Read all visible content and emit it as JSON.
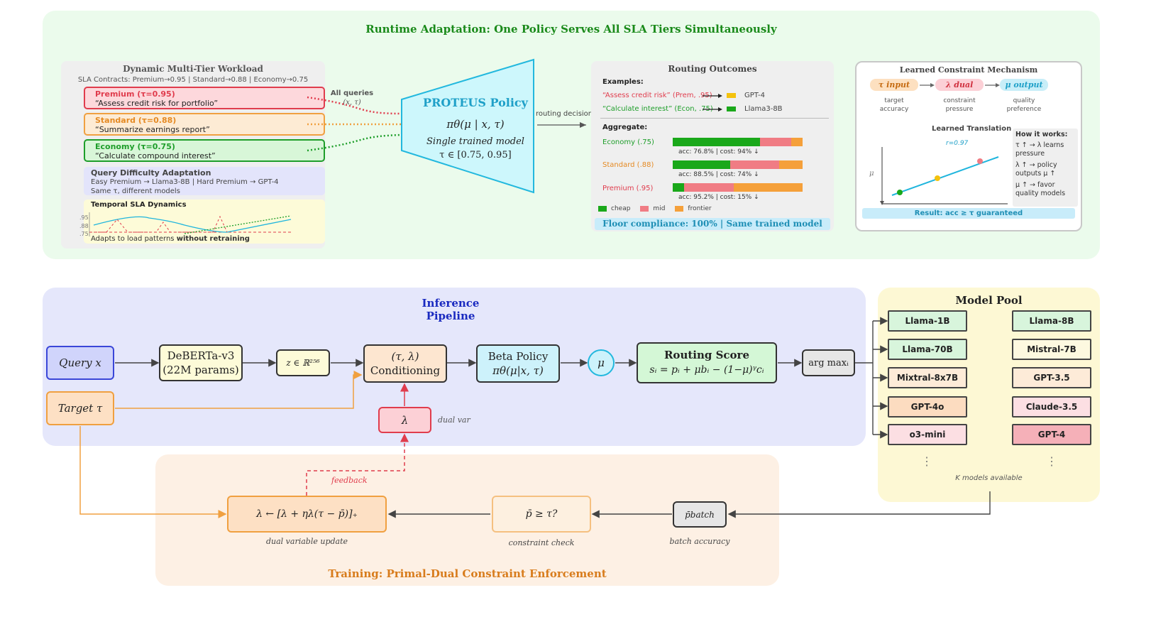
{
  "top_panel": {
    "title": "Runtime Adaptation: One Policy Serves All SLA Tiers Simultaneously"
  },
  "workload": {
    "title": "Dynamic Multi-Tier Workload",
    "contracts": "SLA Contracts: Premium→0.95 | Standard→0.88 | Economy→0.75",
    "tiers": [
      {
        "label": "Premium (τ=0.95)",
        "query": "“Assess credit risk for portfolio”",
        "color": "#e03c4d"
      },
      {
        "label": "Standard (τ=0.88)",
        "query": "“Summarize earnings report”",
        "color": "#e58a23"
      },
      {
        "label": "Economy (τ=0.75)",
        "query": "“Calculate compound interest”",
        "color": "#1e9e2a"
      }
    ],
    "difficulty": {
      "title": "Query Difficulty Adaptation",
      "line1": "Easy Premium → Llama3-8B | Hard Premium → GPT-4",
      "line2": "Same τ, different models"
    },
    "temporal": {
      "title": "Temporal SLA Dynamics",
      "ticks": [
        ".95",
        ".88",
        ".75"
      ],
      "caption_pre": "Adapts to load patterns ",
      "caption_bold": "without retraining"
    }
  },
  "all_queries": {
    "line1": "All queries",
    "line2": "(x, τ)"
  },
  "proteus": {
    "title": "PROTEUS Policy",
    "formula": "πθ(μ | x, τ)",
    "subtitle": "Single trained model",
    "range": "τ ∈ [0.75, 0.95]"
  },
  "routing_decision": "routing decision",
  "outcomes": {
    "title": "Routing Outcomes",
    "examples_title": "Examples:",
    "examples": [
      {
        "text": "“Assess credit risk” (Prem, .95)",
        "model": "GPT-4",
        "color": "#e03c4d",
        "swatch": "#f4c20d"
      },
      {
        "text": "“Calculate interest” (Econ, .75)",
        "model": "Llama3-8B",
        "color": "#1e9e2a",
        "swatch": "#1aa81a"
      }
    ],
    "aggregate_title": "Aggregate:",
    "aggregate": [
      {
        "label": "Economy (.75)",
        "stats": "acc: 76.8% | cost: 94% ↓",
        "color": "#1e9e2a",
        "cheap": 0.67,
        "mid": 0.24,
        "frontier": 0.09
      },
      {
        "label": "Standard (.88)",
        "stats": "acc: 88.5% | cost: 74% ↓",
        "color": "#e58a23",
        "cheap": 0.44,
        "mid": 0.38,
        "frontier": 0.18
      },
      {
        "label": "Premium (.95)",
        "stats": "acc: 95.2% | cost: 15% ↓",
        "color": "#e03c4d",
        "cheap": 0.09,
        "mid": 0.38,
        "frontier": 0.53
      }
    ],
    "legend": [
      "cheap",
      "mid",
      "frontier"
    ],
    "legend_colors": [
      "#1aa81a",
      "#f07c84",
      "#f5a03a"
    ],
    "footer": "Floor compliance: 100% | Same trained model"
  },
  "mechanism": {
    "title": "Learned Constraint Mechanism",
    "chips": [
      {
        "label": "τ input",
        "sub1": "target",
        "sub2": "accuracy"
      },
      {
        "label": "λ dual",
        "sub1": "constraint",
        "sub2": "pressure"
      },
      {
        "label": "μ output",
        "sub1": "quality",
        "sub2": "preference"
      }
    ],
    "translation_title": "Learned Translation",
    "r_label": "r=0.97",
    "axis_label": "μ",
    "how_title": "How it works:",
    "how": [
      "τ ↑ → λ learns pressure",
      "λ ↑ → policy outputs μ ↑",
      "μ ↑ → favor quality models"
    ],
    "result": "Result: acc ≥ τ guaranteed"
  },
  "pipeline": {
    "title": "Inference Pipeline",
    "query": "Query x",
    "target": "Target τ",
    "deberta_line1": "DeBERTa-v3",
    "deberta_line2": "(22M params)",
    "z": "z ∈ ℝ²⁵⁶",
    "cond_line1": "(τ, λ)",
    "cond_line2": "Conditioning",
    "beta_line1": "Beta Policy",
    "beta_line2": "πθ(μ|x, τ)",
    "mu": "μ",
    "score_title": "Routing Score",
    "score_formula": "sᵢ = pᵢ + μbᵢ − (1−μ)ᵞcᵢ",
    "argmax": "arg maxᵢ",
    "lambda": "λ",
    "dual_var": "dual var"
  },
  "model_pool": {
    "title": "Model Pool",
    "left": [
      {
        "name": "Llama-1B",
        "color": "#d8f5dc"
      },
      {
        "name": "Llama-70B",
        "color": "#d8f5dc"
      },
      {
        "name": "Mixtral-8x7B",
        "color": "#fdebd8"
      },
      {
        "name": "GPT-4o",
        "color": "#fcdcc0"
      },
      {
        "name": "o3-mini",
        "color": "#fcdfe3"
      }
    ],
    "right": [
      {
        "name": "Llama-8B",
        "color": "#d8f5dc"
      },
      {
        "name": "Mistral-7B",
        "color": "#fdf9e0"
      },
      {
        "name": "GPT-3.5",
        "color": "#fdebd8"
      },
      {
        "name": "Claude-3.5",
        "color": "#fcdfe3"
      },
      {
        "name": "GPT-4",
        "color": "#f5b0b8"
      }
    ],
    "dots": "⋮",
    "footer": "K models available"
  },
  "training": {
    "title": "Training: Primal-Dual Constraint Enforcement",
    "feedback": "feedback",
    "update": "λ ← [λ + ηλ(τ − p̄)]₊",
    "update_caption": "dual variable update",
    "check": "p̄ ≥ τ?",
    "check_caption": "constraint check",
    "batch": "p̄batch",
    "batch_caption": "batch accuracy"
  }
}
